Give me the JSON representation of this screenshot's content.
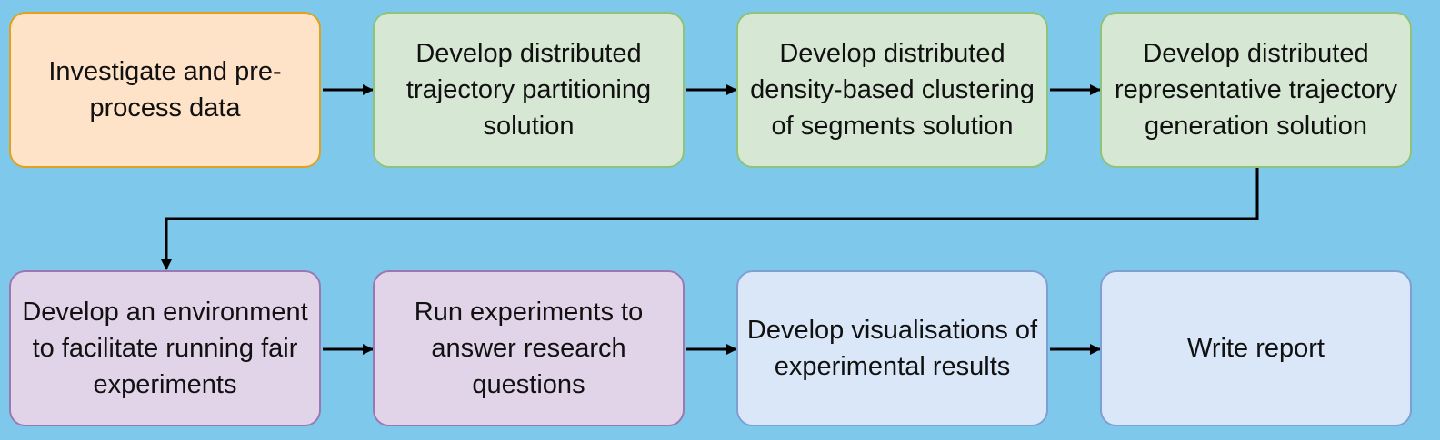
{
  "colors": {
    "background": "#7ec8eb",
    "orange_fill": "#ffe3c8",
    "orange_border": "#dfa21a",
    "green_fill": "#d6e7d3",
    "green_border": "#8fc27a",
    "purple_fill": "#e2d4e8",
    "purple_border": "#9b78b2",
    "blue_fill": "#dae7f9",
    "blue_border": "#7f9fd3",
    "arrow": "#000000"
  },
  "steps": [
    {
      "id": "investigate",
      "label": "Investigate and pre-process data",
      "color": "orange"
    },
    {
      "id": "partitioning",
      "label": "Develop distributed trajectory partitioning solution",
      "color": "green"
    },
    {
      "id": "clustering",
      "label": "Develop distributed density-based clustering of segments solution",
      "color": "green"
    },
    {
      "id": "representative",
      "label": "Develop distributed representative trajectory generation solution",
      "color": "green"
    },
    {
      "id": "environment",
      "label": "Develop an environment to facilitate running fair experiments",
      "color": "purple"
    },
    {
      "id": "experiments",
      "label": "Run experiments to answer research questions",
      "color": "purple"
    },
    {
      "id": "visualisations",
      "label": "Develop visualisations of experimental results",
      "color": "blue"
    },
    {
      "id": "report",
      "label": "Write report",
      "color": "blue"
    }
  ],
  "edges": [
    {
      "from": "investigate",
      "to": "partitioning"
    },
    {
      "from": "partitioning",
      "to": "clustering"
    },
    {
      "from": "clustering",
      "to": "representative"
    },
    {
      "from": "representative",
      "to": "environment"
    },
    {
      "from": "environment",
      "to": "experiments"
    },
    {
      "from": "experiments",
      "to": "visualisations"
    },
    {
      "from": "visualisations",
      "to": "report"
    }
  ]
}
